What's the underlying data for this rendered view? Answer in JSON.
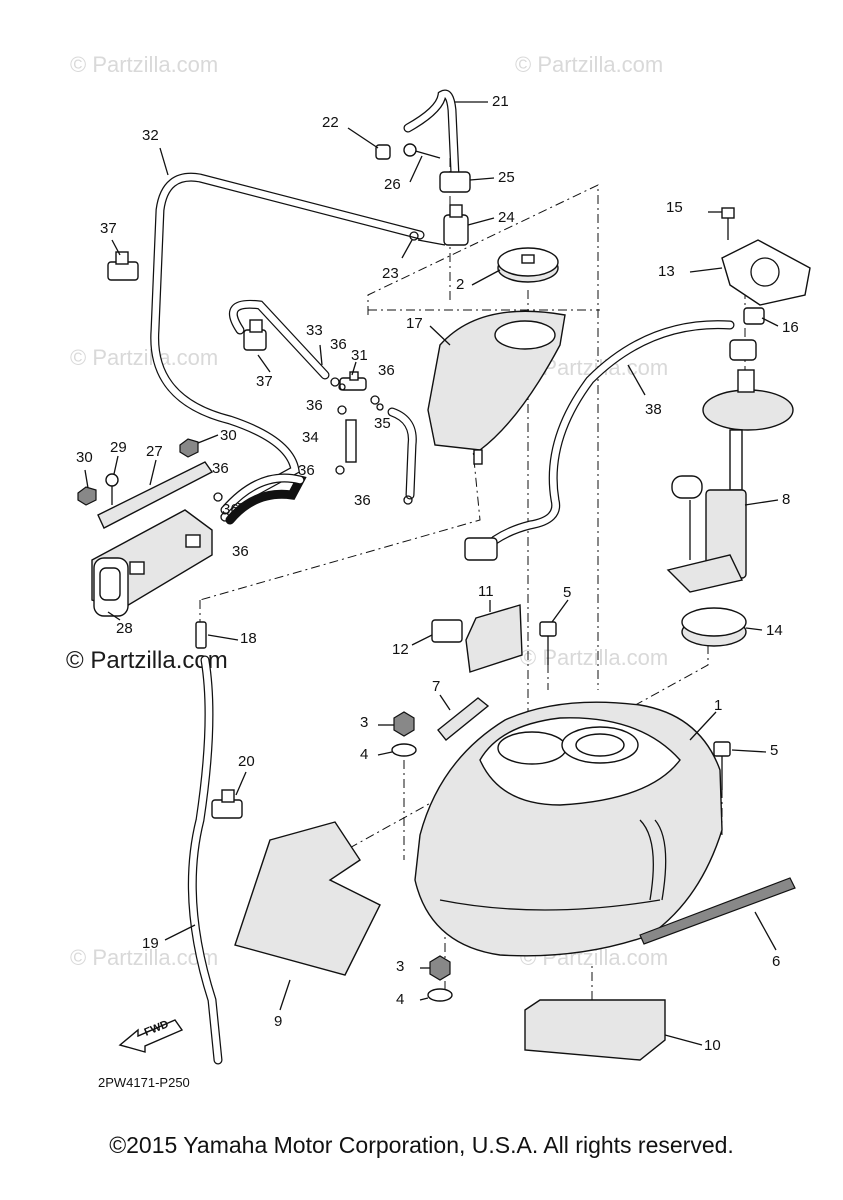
{
  "diagram": {
    "callouts": {
      "p1": "1",
      "p2": "2",
      "p3a": "3",
      "p3b": "3",
      "p4a": "4",
      "p4b": "4",
      "p5a": "5",
      "p5b": "5",
      "p6": "6",
      "p7": "7",
      "p8": "8",
      "p9": "9",
      "p10": "10",
      "p11": "11",
      "p12": "12",
      "p13": "13",
      "p14": "14",
      "p15": "15",
      "p16": "16",
      "p17": "17",
      "p18": "18",
      "p19": "19",
      "p20": "20",
      "p21": "21",
      "p22": "22",
      "p23": "23",
      "p24": "24",
      "p25": "25",
      "p26": "26",
      "p27": "27",
      "p28": "28",
      "p29": "29",
      "p30a": "30",
      "p30b": "30",
      "p31": "31",
      "p32": "32",
      "p33": "33",
      "p34": "34",
      "p35": "35",
      "p36a": "36",
      "p36b": "36",
      "p36c": "36",
      "p36d": "36",
      "p36e": "36",
      "p36f": "36",
      "p36g": "36",
      "p36h": "36",
      "p37a": "37",
      "p37b": "37",
      "p38": "38"
    },
    "fwd_label": "FWD",
    "diagram_code": "2PW4171-P250",
    "watermark_text": "© Partzilla.com",
    "watermark_small": "© Partzilla.com"
  },
  "footer": {
    "copyright": "©2015 Yamaha Motor Corporation, U.S.A. All rights reserved."
  }
}
